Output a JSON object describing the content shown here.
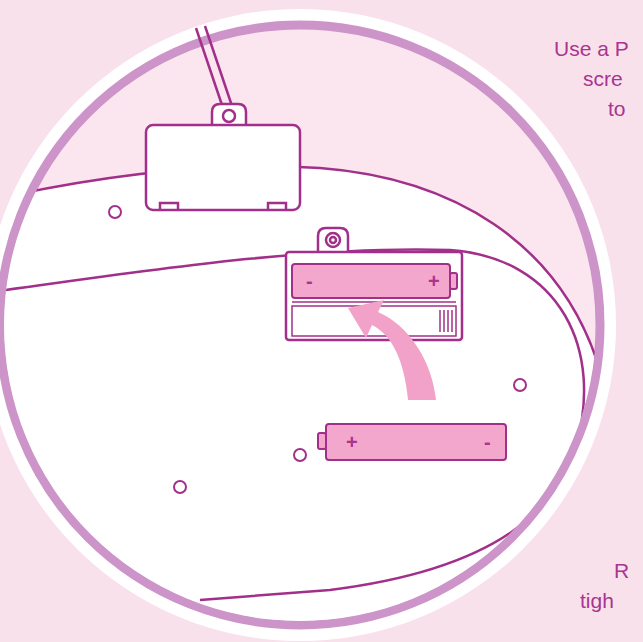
{
  "diagram": {
    "labels": [
      "Use a P",
      "scre",
      "to",
      "-",
      "+",
      "+",
      "-",
      "R",
      "tigh"
    ]
  }
}
